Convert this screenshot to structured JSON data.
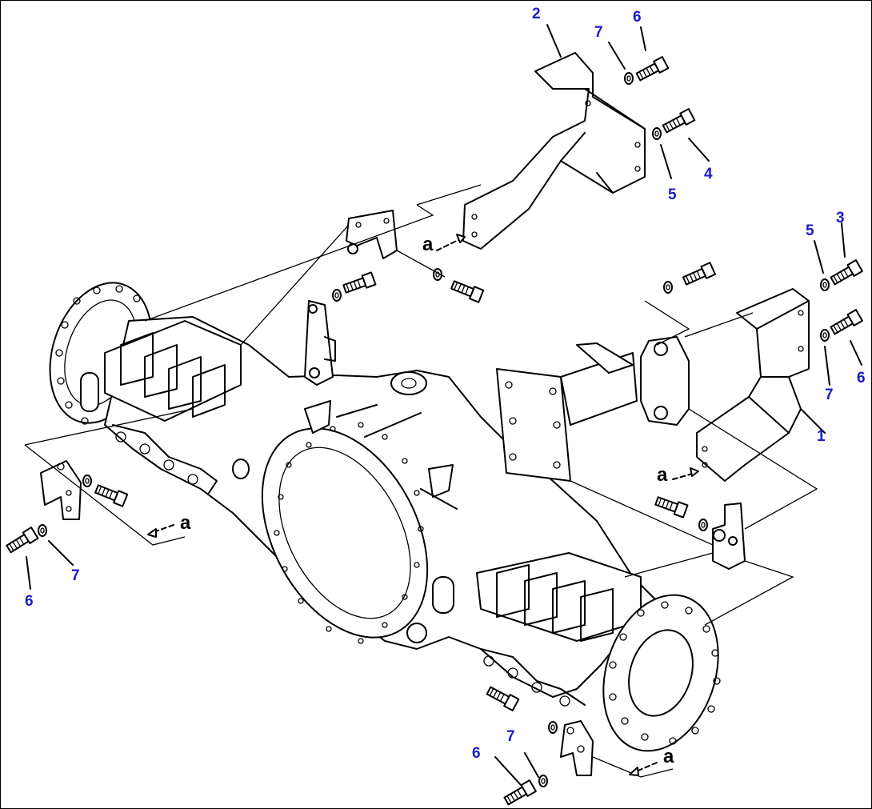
{
  "callouts": [
    {
      "id": "c2",
      "text": "2"
    },
    {
      "id": "c7a",
      "text": "7"
    },
    {
      "id": "c6a",
      "text": "6"
    },
    {
      "id": "c4",
      "text": "4"
    },
    {
      "id": "c5a",
      "text": "5"
    },
    {
      "id": "c3",
      "text": "3"
    },
    {
      "id": "c5b",
      "text": "5"
    },
    {
      "id": "c6b",
      "text": "6"
    },
    {
      "id": "c7b",
      "text": "7"
    },
    {
      "id": "c1",
      "text": "1"
    },
    {
      "id": "c7c",
      "text": "7"
    },
    {
      "id": "c6c",
      "text": "6"
    },
    {
      "id": "c7d",
      "text": "7"
    },
    {
      "id": "c6d",
      "text": "6"
    }
  ],
  "arrow_labels": [
    {
      "id": "a1",
      "text": "a"
    },
    {
      "id": "a2",
      "text": "a"
    },
    {
      "id": "a3",
      "text": "a"
    },
    {
      "id": "a4",
      "text": "a"
    }
  ],
  "colors": {
    "callout": "#1a1acc",
    "line": "#000000"
  }
}
